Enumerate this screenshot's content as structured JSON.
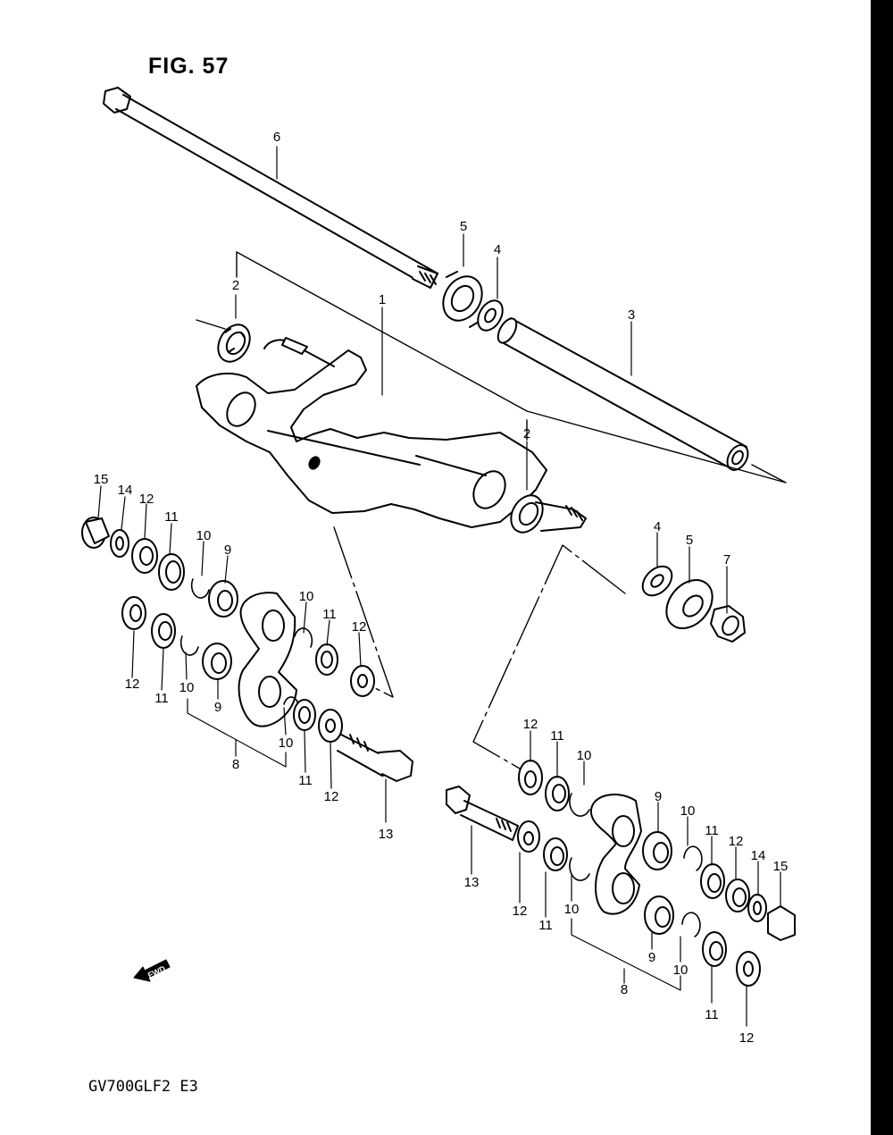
{
  "figure_title": "FIG. 57",
  "model_code": "GV700GLF2  E3",
  "forward_marker": "FWD",
  "callouts": [
    {
      "id": "c-6",
      "text": "6"
    },
    {
      "id": "c-5a",
      "text": "5"
    },
    {
      "id": "c-4a",
      "text": "4"
    },
    {
      "id": "c-3",
      "text": "3"
    },
    {
      "id": "c-2a",
      "text": "2"
    },
    {
      "id": "c-1",
      "text": "1"
    },
    {
      "id": "c-2b",
      "text": "2"
    },
    {
      "id": "c-4b",
      "text": "4"
    },
    {
      "id": "c-5b",
      "text": "5"
    },
    {
      "id": "c-7",
      "text": "7"
    },
    {
      "id": "c-15a",
      "text": "15"
    },
    {
      "id": "c-14a",
      "text": "14"
    },
    {
      "id": "c-12a",
      "text": "12"
    },
    {
      "id": "c-11a",
      "text": "11"
    },
    {
      "id": "c-10a",
      "text": "10"
    },
    {
      "id": "c-9a",
      "text": "9"
    },
    {
      "id": "c-10b",
      "text": "10"
    },
    {
      "id": "c-11b",
      "text": "11"
    },
    {
      "id": "c-12b",
      "text": "12"
    },
    {
      "id": "c-12c",
      "text": "12"
    },
    {
      "id": "c-11c",
      "text": "11"
    },
    {
      "id": "c-10c",
      "text": "10"
    },
    {
      "id": "c-9b",
      "text": "9"
    },
    {
      "id": "c-8a",
      "text": "8"
    },
    {
      "id": "c-10d",
      "text": "10"
    },
    {
      "id": "c-11d",
      "text": "11"
    },
    {
      "id": "c-12d",
      "text": "12"
    },
    {
      "id": "c-13a",
      "text": "13"
    },
    {
      "id": "c-12e",
      "text": "12"
    },
    {
      "id": "c-11e",
      "text": "11"
    },
    {
      "id": "c-10e",
      "text": "10"
    },
    {
      "id": "c-9c",
      "text": "9"
    },
    {
      "id": "c-10f",
      "text": "10"
    },
    {
      "id": "c-11f",
      "text": "11"
    },
    {
      "id": "c-12f",
      "text": "12"
    },
    {
      "id": "c-14b",
      "text": "14"
    },
    {
      "id": "c-15b",
      "text": "15"
    },
    {
      "id": "c-13b",
      "text": "13"
    },
    {
      "id": "c-12g",
      "text": "12"
    },
    {
      "id": "c-11g",
      "text": "11"
    },
    {
      "id": "c-10g",
      "text": "10"
    },
    {
      "id": "c-9d",
      "text": "9"
    },
    {
      "id": "c-10h",
      "text": "10"
    },
    {
      "id": "c-8b",
      "text": "8"
    },
    {
      "id": "c-11h",
      "text": "11"
    },
    {
      "id": "c-12h",
      "text": "12"
    }
  ]
}
